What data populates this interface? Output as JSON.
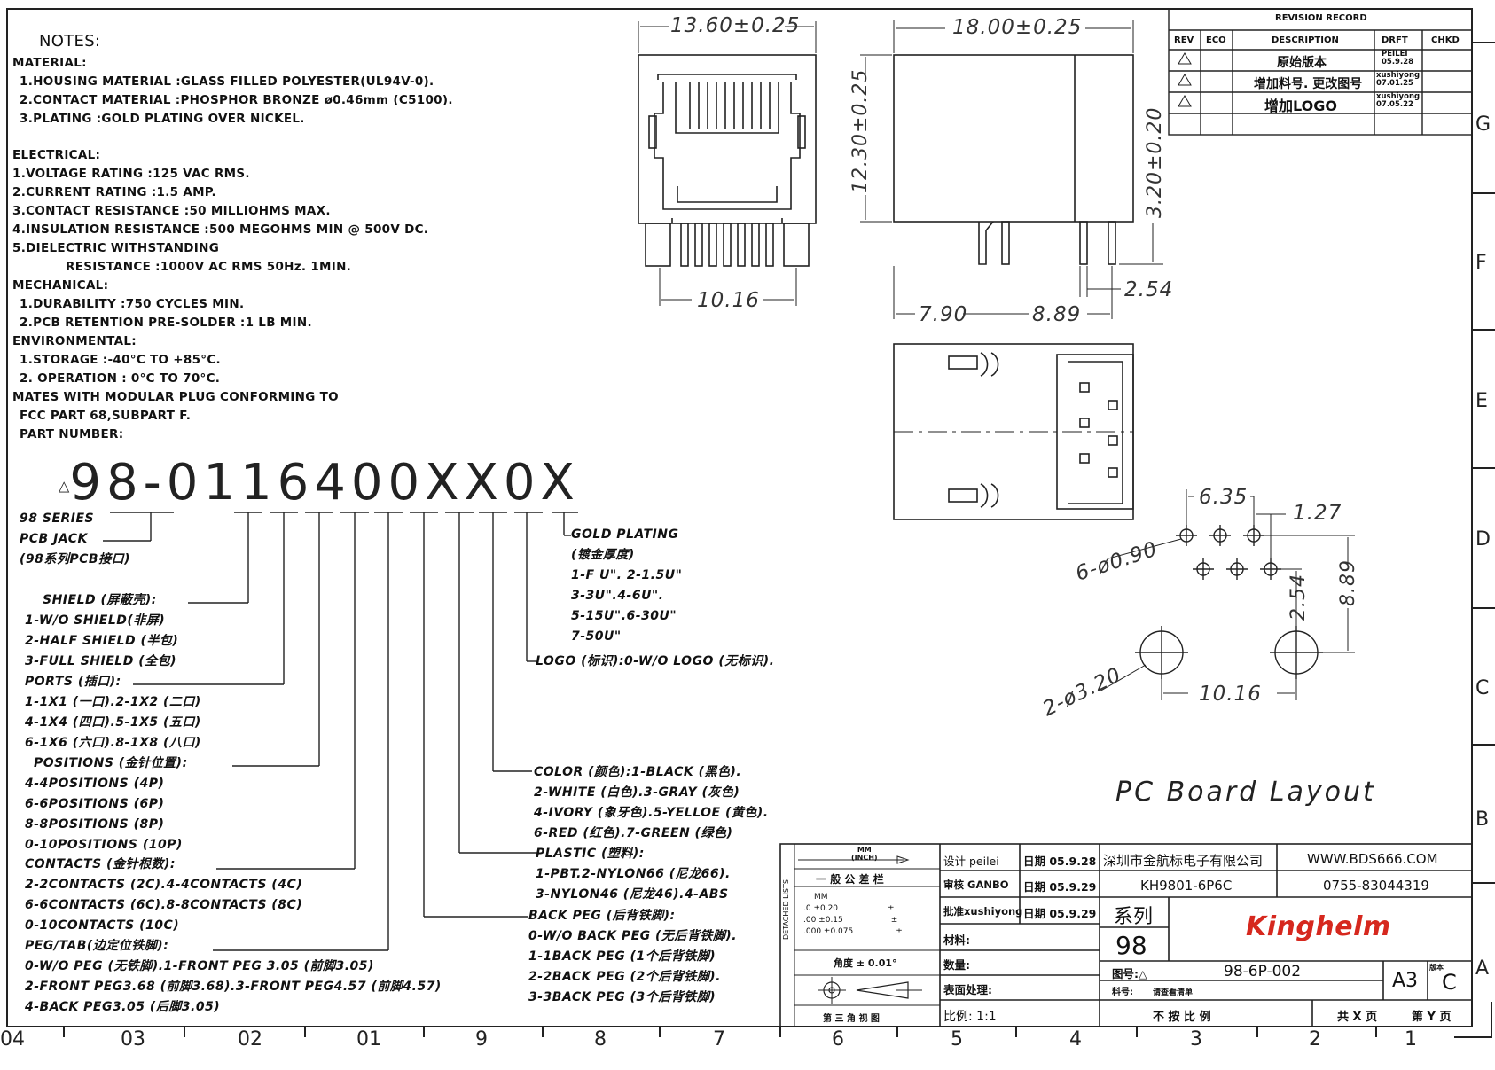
{
  "notes": {
    "title": "NOTES:",
    "material_head": "MATERIAL:",
    "material": [
      "1.HOUSING MATERIAL :GLASS FILLED POLYESTER(UL94V-0).",
      "2.CONTACT MATERIAL :PHOSPHOR BRONZE ø0.46mm (C5100).",
      "3.PLATING :GOLD PLATING OVER NICKEL."
    ],
    "electrical_head": "ELECTRICAL:",
    "electrical": [
      "1.VOLTAGE RATING :125 VAC RMS.",
      "2.CURRENT RATING :1.5 AMP.",
      "3.CONTACT RESISTANCE :50 MILLIOHMS MAX.",
      "4.INSULATION RESISTANCE :500 MEGOHMS MIN @ 500V DC.",
      "5.DIELECTRIC WITHSTANDING",
      "RESISTANCE :1000V AC RMS 50Hz. 1MIN."
    ],
    "mechanical_head": "MECHANICAL:",
    "mechanical": [
      "1.DURABILITY :750 CYCLES MIN.",
      "2.PCB RETENTION PRE-SOLDER :1 LB MIN."
    ],
    "environmental_head": "ENVIRONMENTAL:",
    "environmental": [
      "1.STORAGE :-40°C TO +85°C.",
      "2. OPERATION : 0°C TO 70°C."
    ],
    "mates": [
      "MATES WITH MODULAR PLUG CONFORMING TO",
      "FCC PART 68,SUBPART F."
    ],
    "part_head": "PART NUMBER:"
  },
  "part_number": "98-0116400XX0X",
  "callouts": {
    "series": [
      "98 SERIES",
      "PCB JACK",
      "(98系列PCB接口)"
    ],
    "shield": [
      "SHIELD (屏蔽壳):",
      "1-W/O SHIELD(非屏)",
      "2-HALF SHIELD (半包)",
      "3-FULL SHIELD (全包)"
    ],
    "ports": [
      "PORTS (插口):",
      "1-1X1 (一口).2-1X2 (二口)",
      "4-1X4 (四口).5-1X5 (五口)",
      "6-1X6 (六口).8-1X8 (八口)"
    ],
    "positions": [
      "POSITIONS (金针位置):",
      "4-4POSITIONS (4P)",
      "6-6POSITIONS (6P)",
      "8-8POSITIONS (8P)",
      "0-10POSITIONS (10P)"
    ],
    "contacts": [
      "CONTACTS (金针根数):",
      "2-2CONTACTS (2C).4-4CONTACTS (4C)",
      "6-6CONTACTS (6C).8-8CONTACTS (8C)",
      "0-10CONTACTS (10C)"
    ],
    "peg": [
      "PEG/TAB(边定位铁脚):",
      "0-W/O PEG (无铁脚).1-FRONT PEG 3.05 (前脚3.05)",
      "2-FRONT PEG3.68 (前脚3.68).3-FRONT PEG4.57 (前脚4.57)",
      "4-BACK PEG3.05 (后脚3.05)"
    ],
    "gold": [
      "GOLD PLATING",
      "(镀金厚度)",
      "1-F U\". 2-1.5U\"",
      "3-3U\".4-6U\".",
      "5-15U\".6-30U\"",
      "7-50U\""
    ],
    "logo": "LOGO (标识):0-W/O LOGO (无标识).",
    "color": [
      "COLOR (颜色):1-BLACK (黑色).",
      "2-WHITE (白色).3-GRAY (灰色)",
      "4-IVORY (象牙色).5-YELLOE (黄色).",
      "6-RED (红色).7-GREEN (绿色)"
    ],
    "plastic": [
      "PLASTIC (塑料):",
      "1-PBT.2-NYLON66 (尼龙66).",
      "3-NYLON46 (尼龙46).4-ABS"
    ],
    "backpeg": [
      "BACK PEG (后背铁脚):",
      "0-W/O BACK PEG (无后背铁脚).",
      "1-1BACK PEG (1个后背铁脚)",
      "2-2BACK PEG (2个后背铁脚).",
      "3-3BACK PEG (3个后背铁脚)"
    ]
  },
  "dimensions": {
    "front_width": "13.60±0.25",
    "front_pin_span": "10.16",
    "side_width": "18.00±0.25",
    "side_height": "12.30±0.25",
    "pin_length": "3.20±0.20",
    "pin_pitch": "2.54",
    "offset_a": "7.90",
    "offset_b": "8.89",
    "pcb_a": "6.35",
    "pcb_b": "1.27",
    "pcb_holes_small": "6-ø0.90",
    "pcb_holes_large": "2-ø3.20",
    "pcb_c": "2.54",
    "pcb_d": "8.89",
    "pcb_e": "10.16"
  },
  "pcb_title": "PC Board Layout",
  "revision": {
    "title": "REVISION RECORD",
    "headers": [
      "REV",
      "ECO",
      "DESCRIPTION",
      "DRFT",
      "CHKD"
    ],
    "rows": [
      {
        "desc": "原始版本",
        "drft": [
          "PEILEI",
          "05.9.28"
        ]
      },
      {
        "desc": "增加料号. 更改图号",
        "drft": [
          "xushiyong",
          "07.01.25"
        ]
      },
      {
        "desc": "增加LOGO",
        "drft": [
          "xushiyong",
          "07.05.22"
        ]
      }
    ]
  },
  "title_block": {
    "tol_head": [
      "MM",
      "(INCH)"
    ],
    "tol_general": "一 般 公 差 栏",
    "tol_rows": [
      [
        "MM",
        ""
      ],
      [
        ".0 ±0.20",
        "±"
      ],
      [
        ".00 ±0.15",
        "±"
      ],
      [
        ".000 ±0.075",
        "±"
      ]
    ],
    "angle": "角度 ± 0.01°",
    "projection": "第 三 角 视 图",
    "detached": "DETACHED LISTS",
    "design": "设计 peilei",
    "design_date": "日期 05.9.28",
    "check": "审核 GANBO",
    "check_date": "日期 05.9.29",
    "approve": "批准xushiyong",
    "approve_date": "日期 05.9.29",
    "material": "材料:",
    "quantity": "数量:",
    "surface": "表面处理:",
    "scale": "比例: 1:1",
    "series_label": "系列",
    "series_value": "98",
    "company": "深圳市金航标电子有限公司",
    "website": "WWW.BDS666.COM",
    "model": "KH9801-6P6C",
    "phone": "0755-83044319",
    "brand": "Kinghelm",
    "drawing_no_label": "图号:",
    "drawing_no": "98-6P-002",
    "material_no_label": "料号:",
    "material_no": "请查看清单",
    "no_scale": "不 按 比 例",
    "total_pages": "共 X 页",
    "page": "第 Y 页",
    "size": "A3",
    "version_label": "版本",
    "version": "C"
  },
  "zones": {
    "bottom": [
      "04",
      "03",
      "02",
      "01",
      "9",
      "8",
      "7",
      "6",
      "5",
      "4",
      "3",
      "2",
      "1"
    ],
    "right": [
      "G",
      "F",
      "E",
      "D",
      "C",
      "B",
      "A"
    ]
  },
  "colors": {
    "brand": "#d6281e",
    "line": "#222222"
  }
}
